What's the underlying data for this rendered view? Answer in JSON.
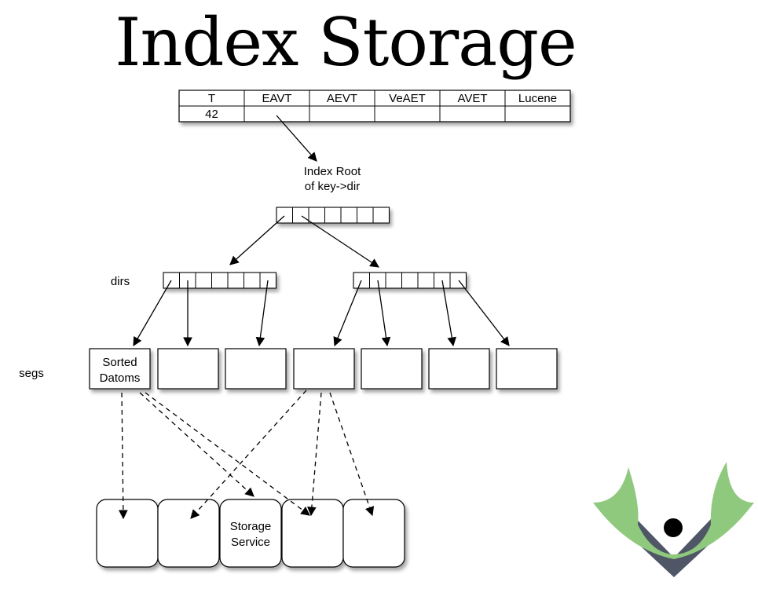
{
  "title": "Index Storage",
  "table": {
    "headers": [
      "T",
      "EAVT",
      "AEVT",
      "VeAET",
      "AVET",
      "Lucene"
    ],
    "values": [
      "42",
      "",
      "",
      "",
      "",
      ""
    ]
  },
  "root_label_line1": "Index Root",
  "root_label_line2": "of key->dir",
  "dirs_label": "dirs",
  "segs_label": "segs",
  "segment_labels": [
    [
      "Sorted",
      "Datoms"
    ],
    [],
    [],
    [],
    [],
    [],
    []
  ],
  "storage_labels": [
    [],
    [],
    [
      "Storage",
      "Service"
    ],
    [],
    []
  ],
  "logo": {
    "green": "#8fc97e",
    "slate": "#4f5666",
    "dot": "#000000"
  }
}
